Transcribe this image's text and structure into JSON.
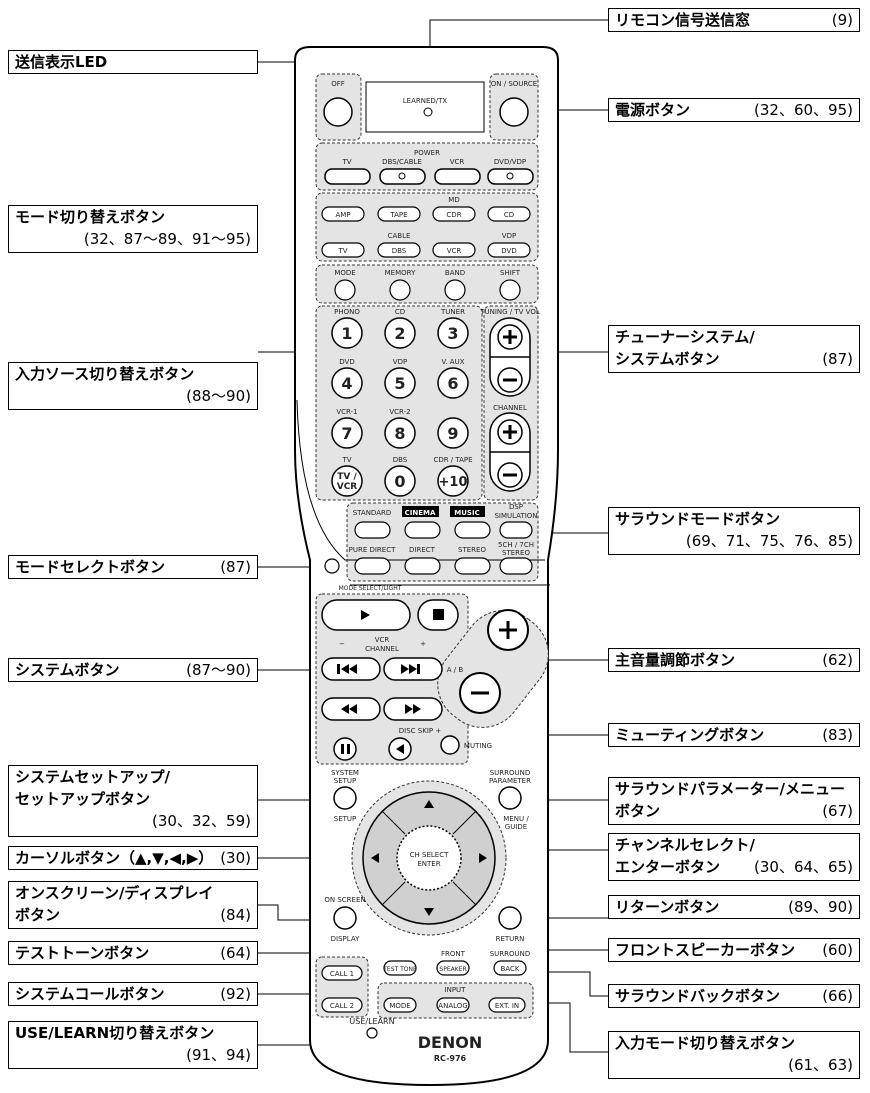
{
  "callouts": {
    "ir_window": {
      "label": "リモコン信号送信窓",
      "pages": "(9)"
    },
    "tx_led": {
      "label": "送信表示LED"
    },
    "power": {
      "label": "電源ボタン",
      "pages": "(32、60、95)"
    },
    "mode_switch": {
      "line1": "モード切り替えボタン",
      "pages": "(32、87〜89、91〜95)"
    },
    "input_source": {
      "line1": "入力ソース切り替えボタン",
      "pages": "(88〜90)"
    },
    "tuner_system": {
      "line1": "チューナーシステム/",
      "line2": "システムボタン",
      "pages": "(87)"
    },
    "surround_mode": {
      "line1": "サラウンドモードボタン",
      "pages": "(69、71、75、76、85)"
    },
    "mode_select": {
      "label": "モードセレクトボタン",
      "pages": "(87)"
    },
    "system": {
      "label": "システムボタン",
      "pages": "(87〜90)"
    },
    "main_volume": {
      "label": "主音量調節ボタン",
      "pages": "(62)"
    },
    "muting": {
      "label": "ミューティングボタン",
      "pages": "(83)"
    },
    "system_setup": {
      "line1": "システムセットアップ/",
      "line2": "セットアップボタン",
      "pages": "(30、32、59)"
    },
    "surround_param": {
      "line1": "サラウンドパラメーター/メニュー",
      "line2": "ボタン",
      "pages": "(67)"
    },
    "cursor": {
      "label": "カーソルボタン（▲,▼,◀,▶）",
      "pages": "(30)"
    },
    "ch_select": {
      "line1": "チャンネルセレクト/",
      "line2": "エンターボタン",
      "pages": "(30、64、65)"
    },
    "onscreen": {
      "line1": "オンスクリーン/ディスプレイ",
      "line2": "ボタン",
      "pages": "(84)"
    },
    "return": {
      "label": "リターンボタン",
      "pages": "(89、90)"
    },
    "test_tone": {
      "label": "テストトーンボタン",
      "pages": "(64)"
    },
    "front_speaker": {
      "label": "フロントスピーカーボタン",
      "pages": "(60)"
    },
    "system_call": {
      "label": "システムコールボタン",
      "pages": "(92)"
    },
    "surround_back": {
      "label": "サラウンドバックボタン",
      "pages": "(66)"
    },
    "use_learn": {
      "line1": "USE/LEARN切り替えボタン",
      "pages": "(91、94)"
    },
    "input_mode": {
      "line1": "入力モード切り替えボタン",
      "pages": "(61、63)"
    }
  },
  "remote": {
    "off": "OFF",
    "learned_tx": "LEARNED/TX",
    "on_source": "ON / SOURCE",
    "power_group": "POWER",
    "tv": "TV",
    "dbs_cable": "DBS/CABLE",
    "vcr": "VCR",
    "dvd_vdp": "DVD/VDP",
    "amp": "AMP",
    "tape": "TAPE",
    "md": "MD",
    "cdr": "CDR",
    "cd": "CD",
    "cable": "CABLE",
    "vdp": "VDP",
    "dbs": "DBS",
    "dvd": "DVD",
    "mode": "MODE",
    "memory": "MEMORY",
    "band": "BAND",
    "shift": "SHIFT",
    "phono": "PHONO",
    "cd2": "CD",
    "tuner": "TUNER",
    "tuning_tvvol": "TUNING / TV VOL",
    "channel": "CHANNEL",
    "dvd2": "DVD",
    "vdp2": "VDP",
    "vaux": "V. AUX",
    "vcr1": "VCR-1",
    "vcr2": "VCR-2",
    "tv2": "TV",
    "dbs2": "DBS",
    "cdr_tape": "CDR / TAPE",
    "digits": [
      "1",
      "2",
      "3",
      "4",
      "5",
      "6",
      "7",
      "8",
      "9"
    ],
    "tv_vcr_a": "TV /",
    "tv_vcr_b": "VCR",
    "zero": "0",
    "plus10": "+10",
    "standard": "STANDARD",
    "cinema": "CINEMA",
    "music": "MUSIC",
    "dsp_a": "DSP",
    "dsp_b": "SIMULATION",
    "pure_direct": "PURE DIRECT",
    "direct": "DIRECT",
    "stereo": "STEREO",
    "ch57_a": "5CH / 7CH",
    "ch57_b": "STEREO",
    "mode_select_light": "MODE SELECT/LIGHT",
    "vcr_channel_a": "VCR",
    "vcr_channel_b": "CHANNEL",
    "minus": "−",
    "plus": "+",
    "ab": "A / B",
    "disc_skip": "DISC SKIP +",
    "muting": "MUTING",
    "system_setup_a": "SYSTEM",
    "system_setup_b": "SETUP",
    "setup": "SETUP",
    "surround_param_a": "SURROUND",
    "surround_param_b": "PARAMETER",
    "menu_guide_a": "MENU /",
    "menu_guide_b": "GUIDE",
    "ch_select_a": "CH SELECT",
    "ch_select_b": "ENTER",
    "on_screen": "ON SCREEN",
    "display": "DISPLAY",
    "return": "RETURN",
    "test_tone": "TEST TONE",
    "front": "FRONT",
    "speaker": "SPEAKER",
    "surround": "SURROUND",
    "back": "BACK",
    "call1": "CALL 1",
    "call2": "CALL 2",
    "input": "INPUT",
    "in_mode": "MODE",
    "analog": "ANALOG",
    "ext_in": "EXT. IN",
    "use_learn": "USE/LEARN",
    "brand": "DENON",
    "model": "RC-976"
  },
  "colors": {
    "ink": "#000000",
    "group_fill": "#e4e4e4",
    "body_fill": "#ffffff",
    "label_bg": "#000000"
  }
}
